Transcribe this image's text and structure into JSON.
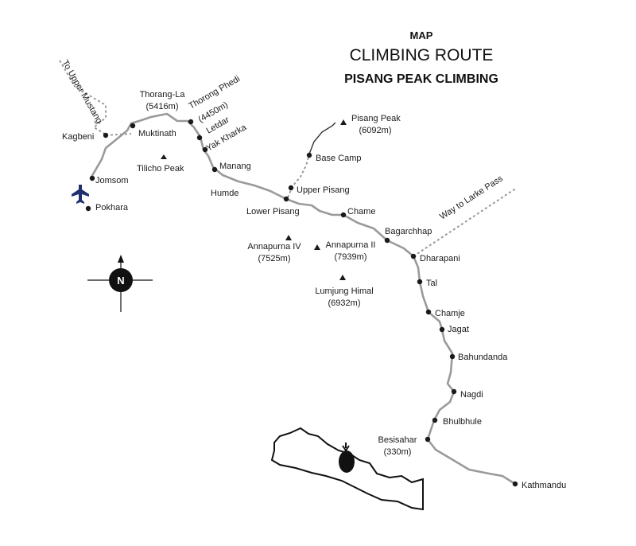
{
  "title": {
    "line1": "MAP",
    "line2": "CLIMBING  ROUTE",
    "line3": "PISANG PEAK CLIMBING"
  },
  "route_stops": [
    {
      "id": "jomsom",
      "label": "Jomsom"
    },
    {
      "id": "kagbeni",
      "label": "Kagbeni"
    },
    {
      "id": "muktinath",
      "label": "Muktinath"
    },
    {
      "id": "thorang_la",
      "label": "Thorang-La",
      "sub": "(5416m)"
    },
    {
      "id": "thorong_phedi",
      "label": "Thorong Phedi",
      "sub": "(4450m)"
    },
    {
      "id": "letdar",
      "label": "Letdar"
    },
    {
      "id": "yak_kharka",
      "label": "Yak Kharka"
    },
    {
      "id": "manang",
      "label": "Manang"
    },
    {
      "id": "humde",
      "label": "Humde"
    },
    {
      "id": "upper_pisang",
      "label": "Upper Pisang"
    },
    {
      "id": "lower_pisang",
      "label": "Lower Pisang"
    },
    {
      "id": "chame",
      "label": "Chame"
    },
    {
      "id": "base_camp",
      "label": "Base Camp"
    },
    {
      "id": "bagarchhap",
      "label": "Bagarchhap"
    },
    {
      "id": "dharapani",
      "label": "Dharapani"
    },
    {
      "id": "tal",
      "label": "Tal"
    },
    {
      "id": "chamje",
      "label": "Chamje"
    },
    {
      "id": "jagat",
      "label": "Jagat"
    },
    {
      "id": "bahundanda",
      "label": "Bahundanda"
    },
    {
      "id": "nagdi",
      "label": "Nagdi"
    },
    {
      "id": "bhulbhule",
      "label": "Bhulbhule"
    },
    {
      "id": "besisahar",
      "label": "Besisahar",
      "sub": "(330m)"
    },
    {
      "id": "kathmandu",
      "label": "Kathmandu"
    },
    {
      "id": "pokhara",
      "label": "Pokhara"
    }
  ],
  "peaks": [
    {
      "id": "pisang_peak",
      "label": "Pisang Peak",
      "sub": "(6092m)"
    },
    {
      "id": "tilicho_peak",
      "label": "Tilicho Peak"
    },
    {
      "id": "annapurna_iv",
      "label": "Annapurna IV",
      "sub": "(7525m)"
    },
    {
      "id": "annapurna_ii",
      "label": "Annapurna II",
      "sub": "(7939m)"
    },
    {
      "id": "lumjung_himal",
      "label": "Lumjung Himal",
      "sub": "(6932m)"
    }
  ],
  "directions": {
    "upper_mustang": "To Upper Mustang",
    "larke_pass": "Way to Larke Pass"
  },
  "compass": {
    "label": "N"
  },
  "icons": {
    "airport": "airplane-icon",
    "compass": "compass-rose-icon",
    "peak": "triangle-peak-icon",
    "inset": "nepal-outline-icon",
    "inset_marker": "location-arrow-icon"
  },
  "colors": {
    "route": "#9a9a9a",
    "airport": "#1f2f6e",
    "text": "#1a1a1a"
  }
}
